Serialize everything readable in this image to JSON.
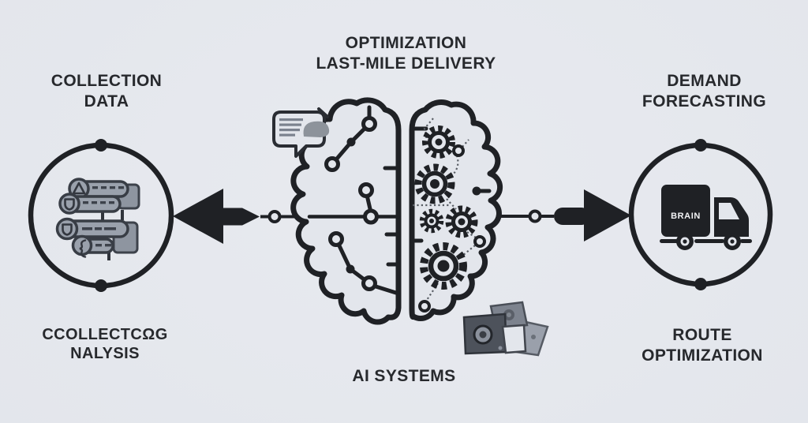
{
  "colors": {
    "background": "#e3e6ec",
    "ink": "#1f2125",
    "gray_fill": "#9aa1ac",
    "gray_dark": "#3d424b",
    "gray_mid": "#8d939b"
  },
  "labels": {
    "top_left": {
      "line1": "COLLECTION",
      "line2": "DATA"
    },
    "top_center": {
      "line1": "OPTIMIZATION",
      "line2": "LAST-MILE DELIVERY"
    },
    "top_right": {
      "line1": "DEMAND",
      "line2": "FORECASTING"
    },
    "bottom_left": {
      "line1": "CCOLLECTCΩG",
      "line2": "NALYSIS"
    },
    "bottom_center": {
      "line1": "AI SYSTEMS"
    },
    "bottom_right": {
      "line1": "ROUTE",
      "line2": "OPTIMIZATION"
    }
  },
  "truck": {
    "label": "BRAIN"
  },
  "icons": {
    "left_circle": "data-servers-icon",
    "center": "split-brain-icon",
    "center_top_left": "speech-bubble-icon",
    "center_bottom_right": "camera-boxes-icon",
    "right_circle": "delivery-truck-icon"
  }
}
